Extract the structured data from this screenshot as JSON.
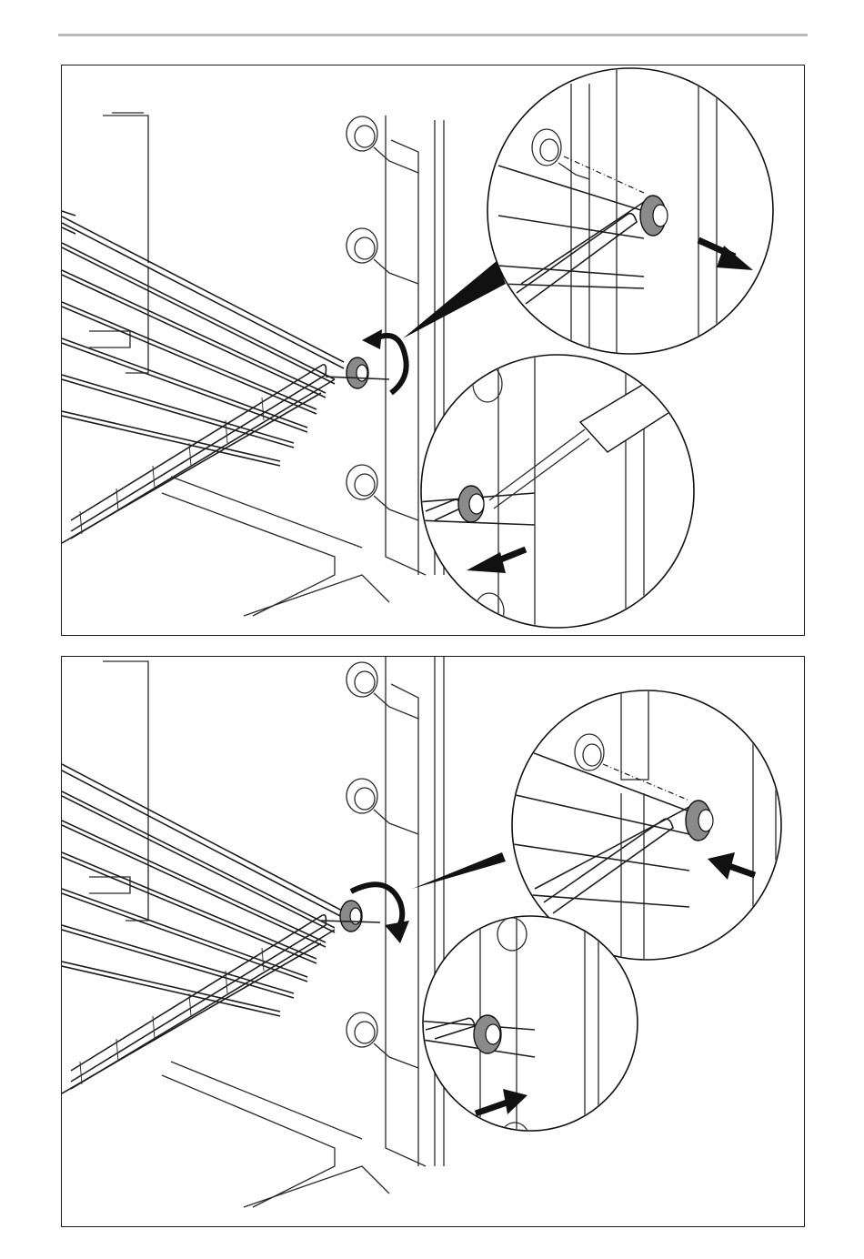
{
  "page": {
    "figures": [
      {
        "id": "remove-rack-steps",
        "arrows": [
          "rotate-counterclockwise",
          "pull-out",
          "pry-out"
        ]
      },
      {
        "id": "install-rack-steps",
        "arrows": [
          "rotate-clockwise",
          "push-in",
          "push-in"
        ]
      }
    ],
    "colors": {
      "line": "#1e1e1e",
      "rule": "#b9b9b9",
      "knob": "#8a8a8a",
      "arrow": "#111111"
    }
  }
}
